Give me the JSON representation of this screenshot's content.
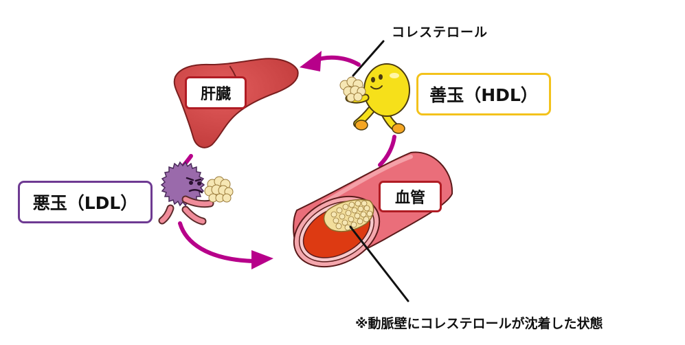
{
  "labels": {
    "liver": "肝臓",
    "blood_vessel": "血管",
    "hdl": "善玉（HDL）",
    "ldl": "悪玉（LDL）"
  },
  "annotations": {
    "cholesterol": "コレステロール",
    "deposit": "※動脈壁にコレステロールが沈着した状態"
  },
  "colors": {
    "arrow": "#b7008a",
    "liver": "#cf4848",
    "vessel": "#ea6e7a",
    "vessel_lumen": "#dd3a12",
    "cholesterol": "#f4e3a6",
    "hdl_body": "#f6e01a",
    "ldl_body": "#9a6aab",
    "hdl_border": "#f3c21b",
    "ldl_border": "#6e3a92",
    "organ_border": "#b01c24"
  }
}
